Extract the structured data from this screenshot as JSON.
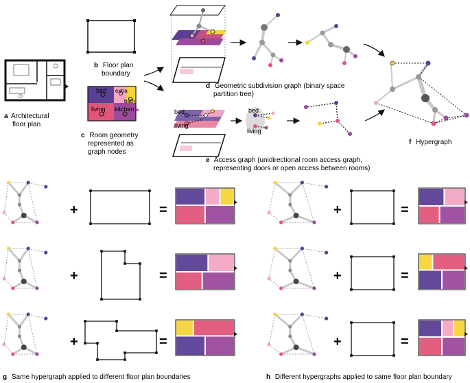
{
  "panels": {
    "a": {
      "letter": "a",
      "text": "Architectural floor plan"
    },
    "b": {
      "letter": "b",
      "text": "Floor plan boundary"
    },
    "c": {
      "letter": "c",
      "text": "Room geometry represented as graph nodes"
    },
    "d": {
      "letter": "d",
      "text": "Geometric subdivision graph (binary space partition tree)"
    },
    "e": {
      "letter": "e",
      "text": "Access graph (unidirectional room access graph, representing doors or open access between rooms)"
    },
    "f": {
      "letter": "f",
      "text": "Hypergraph"
    },
    "g": {
      "letter": "g",
      "text": "Same hypergraph applied to different floor plan boundaries"
    },
    "h": {
      "letter": "h",
      "text": "Different hypergraphs applied to same floor plan boundary"
    }
  },
  "room_labels": {
    "bed": "bed",
    "extra": "extra",
    "bath": "bath",
    "living": "living",
    "kitchen": "kitchen"
  },
  "operators": {
    "plus": "+",
    "equals": "="
  },
  "colors": {
    "bed": "#5b3f94",
    "living": "#e0567a",
    "extra": "#f2a6c4",
    "bath": "#f5d538",
    "kitchen": "#9b4a9c",
    "node_gray": "#8c8c8c",
    "node_dark": "#444444",
    "edge_gray": "#c8c8c8"
  }
}
